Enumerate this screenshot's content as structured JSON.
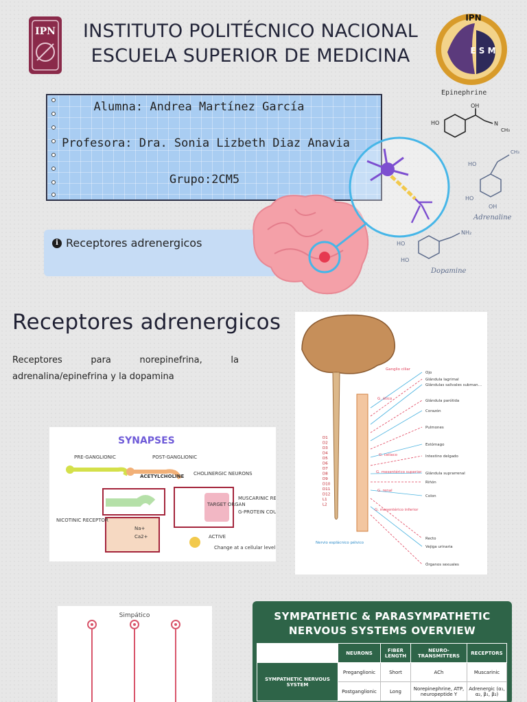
{
  "header": {
    "title_line1": "INSTITUTO POLITÉCNICO NACIONAL",
    "title_line2": "ESCUELA SUPERIOR DE MEDICINA",
    "logo_left_text": "IPN",
    "logo_right_text_top": "IPN",
    "logo_right_text_center": "E S M"
  },
  "molecules": {
    "epinephrine": "Epinephrine",
    "adrenaline": "Adrenaline",
    "dopamine": "Dopamine"
  },
  "info_card": {
    "student": "Alumna: Andrea Martínez García",
    "professor": "Profesora: Dra. Sonia Lizbeth Diaz Anavia",
    "group": "Grupo:2CM5"
  },
  "topic": {
    "label": "Receptores adrenergicos",
    "icon": "info-icon"
  },
  "section": {
    "title": "Receptores adrenergicos",
    "description": "Receptores para norepinefrina, la adrenalina/epinefrina y la dopamina"
  },
  "synapse_figure": {
    "title": "SYNAPSES",
    "pre": "PRE-GANGLIONIC",
    "post": "POST-GANGLIONIC",
    "ach": "ACETYLCHOLINE",
    "cholinergic": "CHOLINERGIC NEURONS",
    "target": "TARGET ORGAN",
    "muscarinic": "MUSCARINIC RECEPTOR",
    "gprotein": "G-PROTEIN COUPLED",
    "nicotinic": "NICOTINIC RECEPTOR",
    "active": "ACTIVE",
    "change": "Change at a cellular level",
    "ion1": "Na+",
    "ion2": "Ca2+"
  },
  "spine_figure": {
    "organs": [
      "Ojo",
      "Glándula lagrimal",
      "Glándulas salivales submandibulares y sublinguales",
      "Glándula parótida",
      "Corazón",
      "Pulmones",
      "Estómago",
      "Intestino delgado",
      "Glándula suprarrenal",
      "Riñón",
      "Colon",
      "Recto",
      "Vejiga urinaria",
      "Órganos sexuales"
    ],
    "ganglia": [
      "Ganglio ciliar",
      "G. ótico",
      "G. celíaco",
      "G. mesentérico superior",
      "G. renal",
      "G. mesentérico inferior",
      "Nervio esplácnico pélvico"
    ],
    "vertebrae": [
      "D1",
      "D2",
      "D3",
      "D4",
      "D5",
      "D6",
      "D7",
      "D8",
      "D9",
      "D10",
      "D11",
      "D12",
      "L1",
      "L2"
    ]
  },
  "simpatico_figure": {
    "title": "Simpático"
  },
  "table": {
    "title_line1": "SYMPATHETIC & PARASYMPATHETIC",
    "title_line2": "NERVOUS SYSTEMS OVERVIEW",
    "headers": [
      "NEURONS",
      "FIBER LENGTH",
      "NEURO-TRANSMITTERS",
      "RECEPTORS"
    ],
    "row_group": "SYMPATHETIC NERVOUS SYSTEM",
    "rows": [
      [
        "Preganglionic",
        "Short",
        "ACh",
        "Muscarinic"
      ],
      [
        "Postganglionic",
        "Long",
        "Norepinephrine, ATP, neuropeptide Y",
        "Adrenergic (α₁, α₂, β₁, β₂)"
      ]
    ]
  },
  "colors": {
    "card_blue": "#a9cdf2",
    "table_green": "#2e6448",
    "brain_pink": "#f4a0a8",
    "neuron_circle": "#46b6e8"
  }
}
